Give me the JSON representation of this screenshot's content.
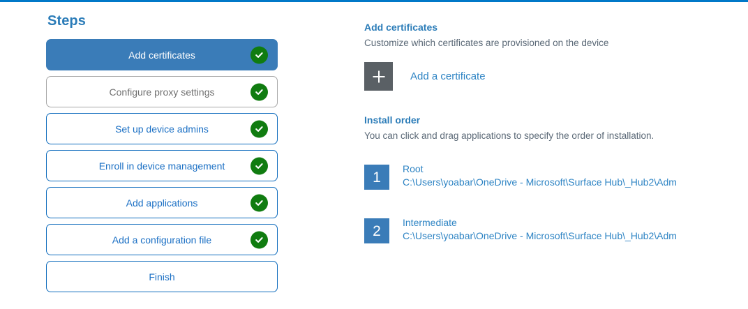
{
  "theme": {
    "accent_blue": "#0078c8",
    "step_active_blue": "#3a7cb8",
    "link_blue": "#2e84c4",
    "heading_blue": "#2b7cb8",
    "check_green": "#107c10",
    "plus_tile_gray": "#5a6065",
    "visited_gray": "#707070"
  },
  "steps_panel": {
    "title": "Steps",
    "items": [
      {
        "label": "Add certificates",
        "state": "active",
        "completed": true
      },
      {
        "label": "Configure proxy settings",
        "state": "visited",
        "completed": true
      },
      {
        "label": "Set up device admins",
        "state": "default",
        "completed": true
      },
      {
        "label": "Enroll in device management",
        "state": "default",
        "completed": true
      },
      {
        "label": "Add applications",
        "state": "default",
        "completed": true
      },
      {
        "label": "Add a configuration file",
        "state": "default",
        "completed": true
      },
      {
        "label": "Finish",
        "state": "default",
        "completed": false
      }
    ]
  },
  "content": {
    "certificates": {
      "heading": "Add certificates",
      "subtitle": "Customize which certificates are provisioned on the device",
      "add_button_icon": "plus-icon",
      "add_link_label": "Add a certificate"
    },
    "install_order": {
      "heading": "Install order",
      "subtitle": "You can click and drag applications to specify the order of installation.",
      "items": [
        {
          "number": "1",
          "name": "Root",
          "path": "C:\\Users\\yoabar\\OneDrive - Microsoft\\Surface Hub\\_Hub2\\Adm"
        },
        {
          "number": "2",
          "name": "Intermediate",
          "path": "C:\\Users\\yoabar\\OneDrive - Microsoft\\Surface Hub\\_Hub2\\Adm"
        }
      ]
    }
  }
}
